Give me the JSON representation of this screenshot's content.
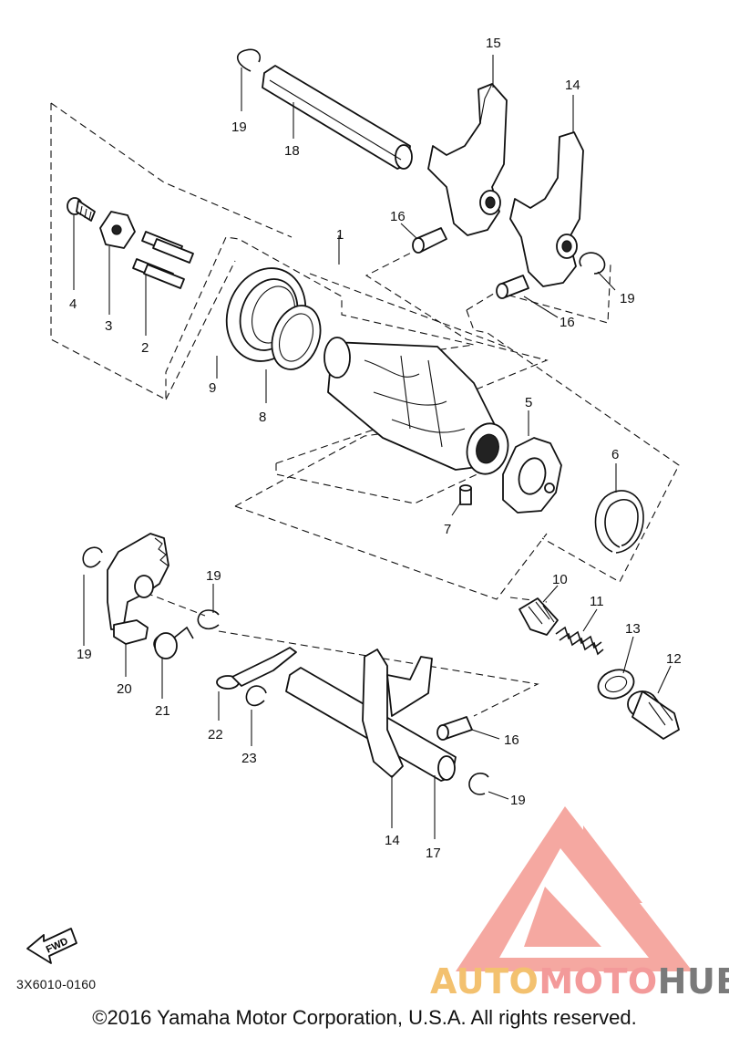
{
  "diagram": {
    "callouts": [
      {
        "id": "c15",
        "text": "15"
      },
      {
        "id": "c14a",
        "text": "14"
      },
      {
        "id": "c19a",
        "text": "19"
      },
      {
        "id": "c18",
        "text": "18"
      },
      {
        "id": "c16a",
        "text": "16"
      },
      {
        "id": "c1",
        "text": "1"
      },
      {
        "id": "c19b",
        "text": "19"
      },
      {
        "id": "c16b",
        "text": "16"
      },
      {
        "id": "c4",
        "text": "4"
      },
      {
        "id": "c3",
        "text": "3"
      },
      {
        "id": "c2",
        "text": "2"
      },
      {
        "id": "c9",
        "text": "9"
      },
      {
        "id": "c8",
        "text": "8"
      },
      {
        "id": "c5",
        "text": "5"
      },
      {
        "id": "c6",
        "text": "6"
      },
      {
        "id": "c7",
        "text": "7"
      },
      {
        "id": "c19c",
        "text": "19"
      },
      {
        "id": "c10",
        "text": "10"
      },
      {
        "id": "c11",
        "text": "11"
      },
      {
        "id": "c13",
        "text": "13"
      },
      {
        "id": "c12",
        "text": "12"
      },
      {
        "id": "c19d",
        "text": "19"
      },
      {
        "id": "c20",
        "text": "20"
      },
      {
        "id": "c21",
        "text": "21"
      },
      {
        "id": "c22",
        "text": "22"
      },
      {
        "id": "c23",
        "text": "23"
      },
      {
        "id": "c16c",
        "text": "16"
      },
      {
        "id": "c19e",
        "text": "19"
      },
      {
        "id": "c14b",
        "text": "14"
      },
      {
        "id": "c17",
        "text": "17"
      }
    ],
    "fwd_label": "FWD",
    "diagram_code": "3X6010-0160"
  },
  "watermark": {
    "part1": "AUTO",
    "part2": "MOTO",
    "part3": "HUB",
    "colors": {
      "auto": "#f3c16f",
      "moto": "#f39a9a",
      "hub": "#7a7a7a",
      "logo": "#f28b82"
    }
  },
  "footer": {
    "copyright": "©2016 Yamaha Motor Corporation, U.S.A. All rights reserved."
  }
}
